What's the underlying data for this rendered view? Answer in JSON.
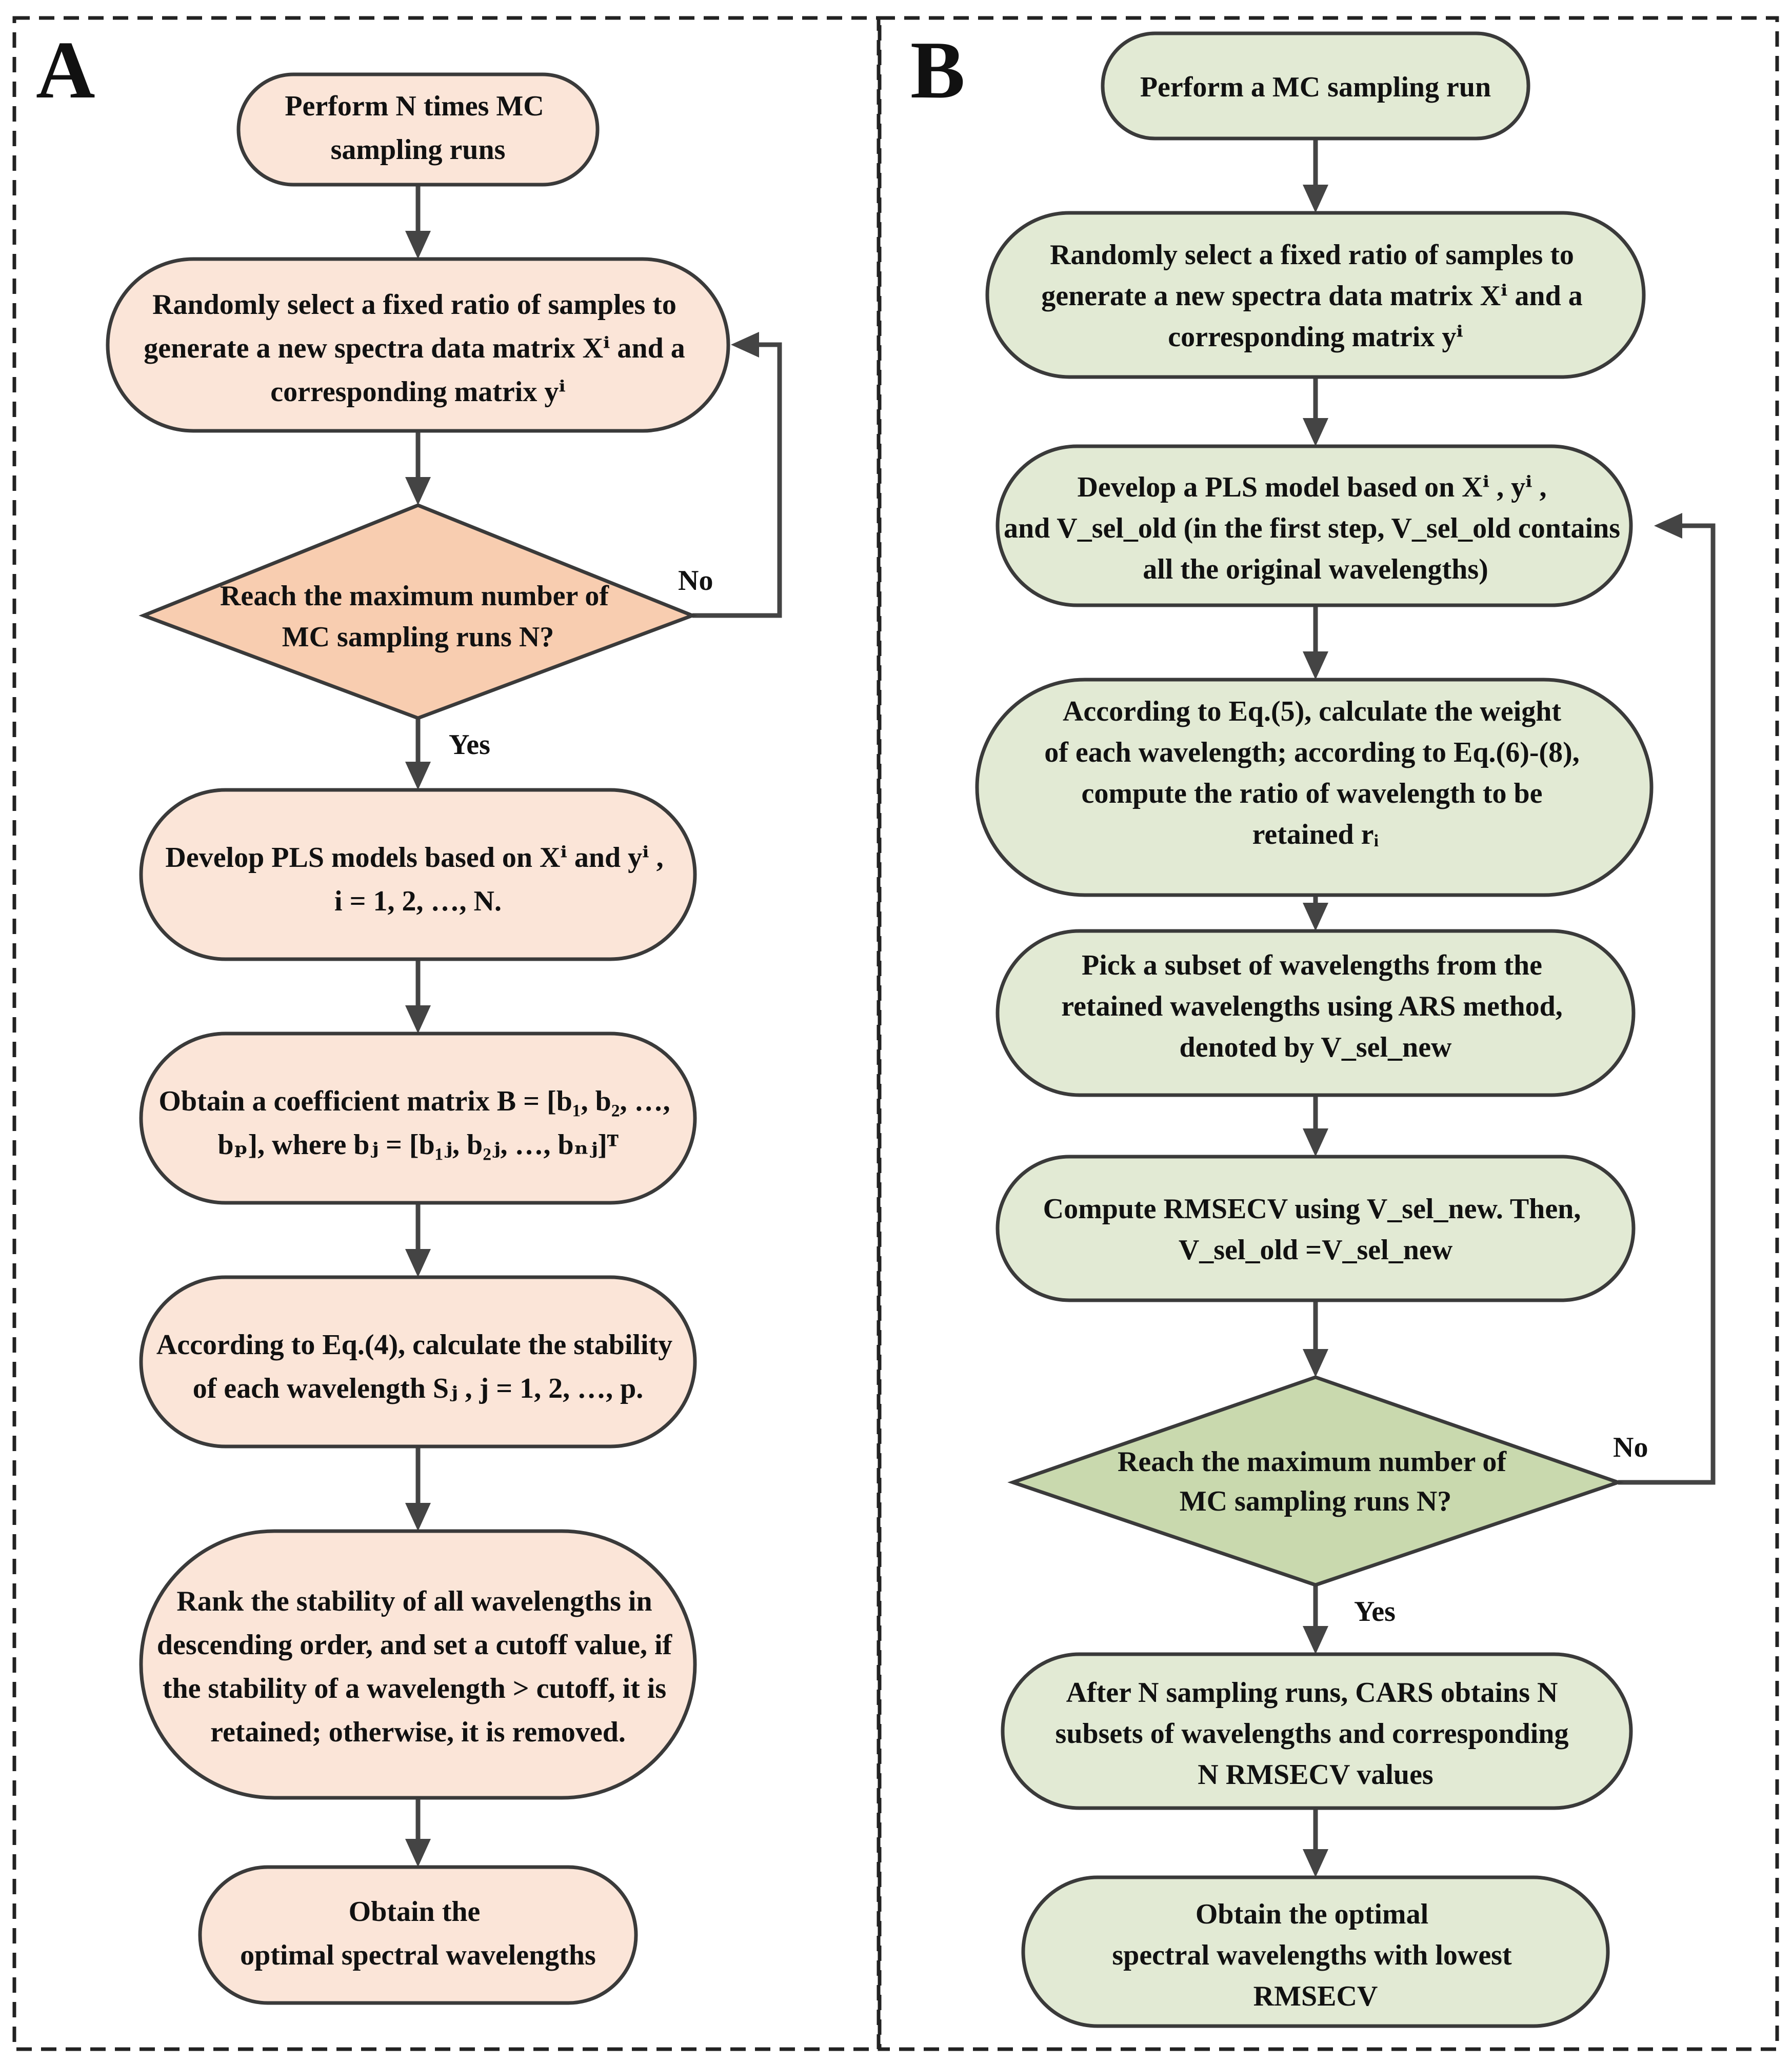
{
  "panelA": {
    "label": "A",
    "nodes": {
      "a1": [
        "Perform N times MC",
        "sampling runs"
      ],
      "a2": [
        "Randomly select a fixed ratio of samples to",
        "generate a new spectra data matrix Xⁱ and a",
        "corresponding matrix yⁱ"
      ],
      "a3": [
        "Reach the maximum number of",
        "MC sampling runs N?"
      ],
      "a4": [
        "Develop PLS models based on Xⁱ and yⁱ ,",
        "i = 1, 2, …, N."
      ],
      "a5": [
        "Obtain a coefficient matrix B = [b₁, b₂, …,",
        "bₚ], where bⱼ = [b₁ⱼ, b₂ⱼ, …, bₙⱼ]ᵀ"
      ],
      "a6": [
        "According to Eq.(4), calculate the stability",
        "of each wavelength Sⱼ , j = 1, 2, …, p."
      ],
      "a7": [
        "Rank the stability of all wavelengths in",
        "descending order, and set a cutoff value, if",
        "the stability of a wavelength > cutoff, it is",
        "retained; otherwise, it is removed."
      ],
      "a8": [
        "Obtain the",
        "optimal spectral wavelengths"
      ]
    },
    "yes_label": "Yes",
    "no_label": "No"
  },
  "panelB": {
    "label": "B",
    "nodes": {
      "b1": [
        "Perform a MC sampling run"
      ],
      "b2": [
        "Randomly select a fixed ratio of samples to",
        "generate a new spectra data matrix Xⁱ and a",
        "corresponding matrix yⁱ"
      ],
      "b3": [
        "Develop a PLS model based on Xⁱ , yⁱ ,",
        "and V_sel_old (in the first step, V_sel_old contains",
        "all the original wavelengths)"
      ],
      "b4": [
        "According to Eq.(5), calculate the weight",
        "of each wavelength; according to Eq.(6)-(8),",
        "compute the ratio of wavelength to be",
        "retained rᵢ"
      ],
      "b5": [
        "Pick a subset of wavelengths from the",
        "retained wavelengths using ARS method,",
        "denoted by V_sel_new"
      ],
      "b6": [
        "Compute RMSECV using V_sel_new. Then,",
        "V_sel_old =V_sel_new"
      ],
      "b7": [
        "Reach the maximum number of",
        "MC sampling runs N?"
      ],
      "b8": [
        "After N sampling runs, CARS obtains N",
        "subsets of wavelengths and corresponding",
        "N RMSECV values"
      ],
      "b9": [
        "Obtain the optimal",
        "spectral wavelengths with lowest",
        "RMSECV"
      ]
    },
    "yes_label": "Yes",
    "no_label": "No"
  },
  "colors": {
    "panelA_fill": "#fbe5d8",
    "panelA_decision": "#f8cdb0",
    "panelB_fill": "#e2ead4",
    "panelB_decision": "#c9d9ae",
    "stroke": "#3a3a3a"
  }
}
